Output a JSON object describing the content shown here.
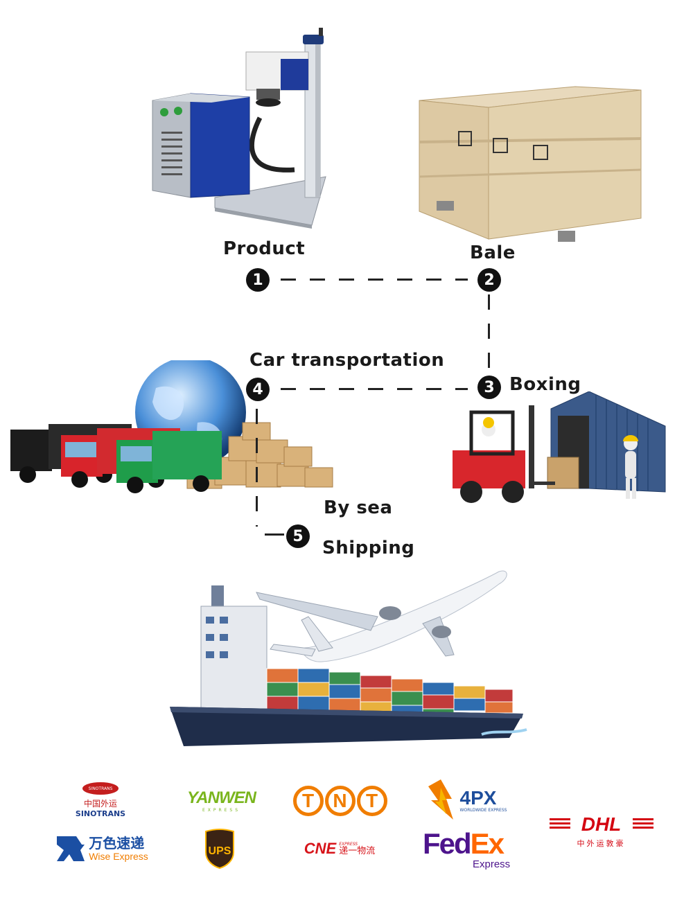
{
  "steps": [
    {
      "num": "1",
      "label": "Product"
    },
    {
      "num": "2",
      "label": "Bale"
    },
    {
      "num": "3",
      "label": "Boxing"
    },
    {
      "num": "4",
      "label": "Car transportation"
    },
    {
      "num": "5",
      "label": "Shipping"
    }
  ],
  "by_sea_label": "By sea",
  "logos": {
    "sinotrans": {
      "cn": "中国外运",
      "en": "SINOTRANS",
      "badge": "SINOTRANS"
    },
    "yanwen": {
      "text": "YANWEN",
      "sub": "EXPRESS"
    },
    "tnt": {
      "letters": [
        "T",
        "N",
        "T"
      ]
    },
    "fourpx": {
      "text": "4PX",
      "sub": "WORLDWIDE EXPRESS"
    },
    "dhl": {
      "text": "DHL",
      "cn": "中外运敦豪"
    },
    "wise": {
      "cn": "万色速递",
      "en": "Wise Express"
    },
    "ups": {
      "text": "UPS"
    },
    "cne": {
      "text": "CNE",
      "sub": "EXPRESS",
      "cn": "递一物流"
    },
    "fedex": {
      "fed": "Fed",
      "ex": "Ex",
      "sub": "Express"
    }
  },
  "colors": {
    "tnt": "#f07d00",
    "fedex_purple": "#4d148c",
    "fedex_orange": "#ff6600",
    "dhl": "#d40511",
    "ups": "#3b2314",
    "ups_gold": "#ffb500",
    "fourpx_blue": "#1e4e9c",
    "wise_blue": "#1b4fa3",
    "yanwen_green": "#7ab51d",
    "cne_red": "#d7141a"
  }
}
